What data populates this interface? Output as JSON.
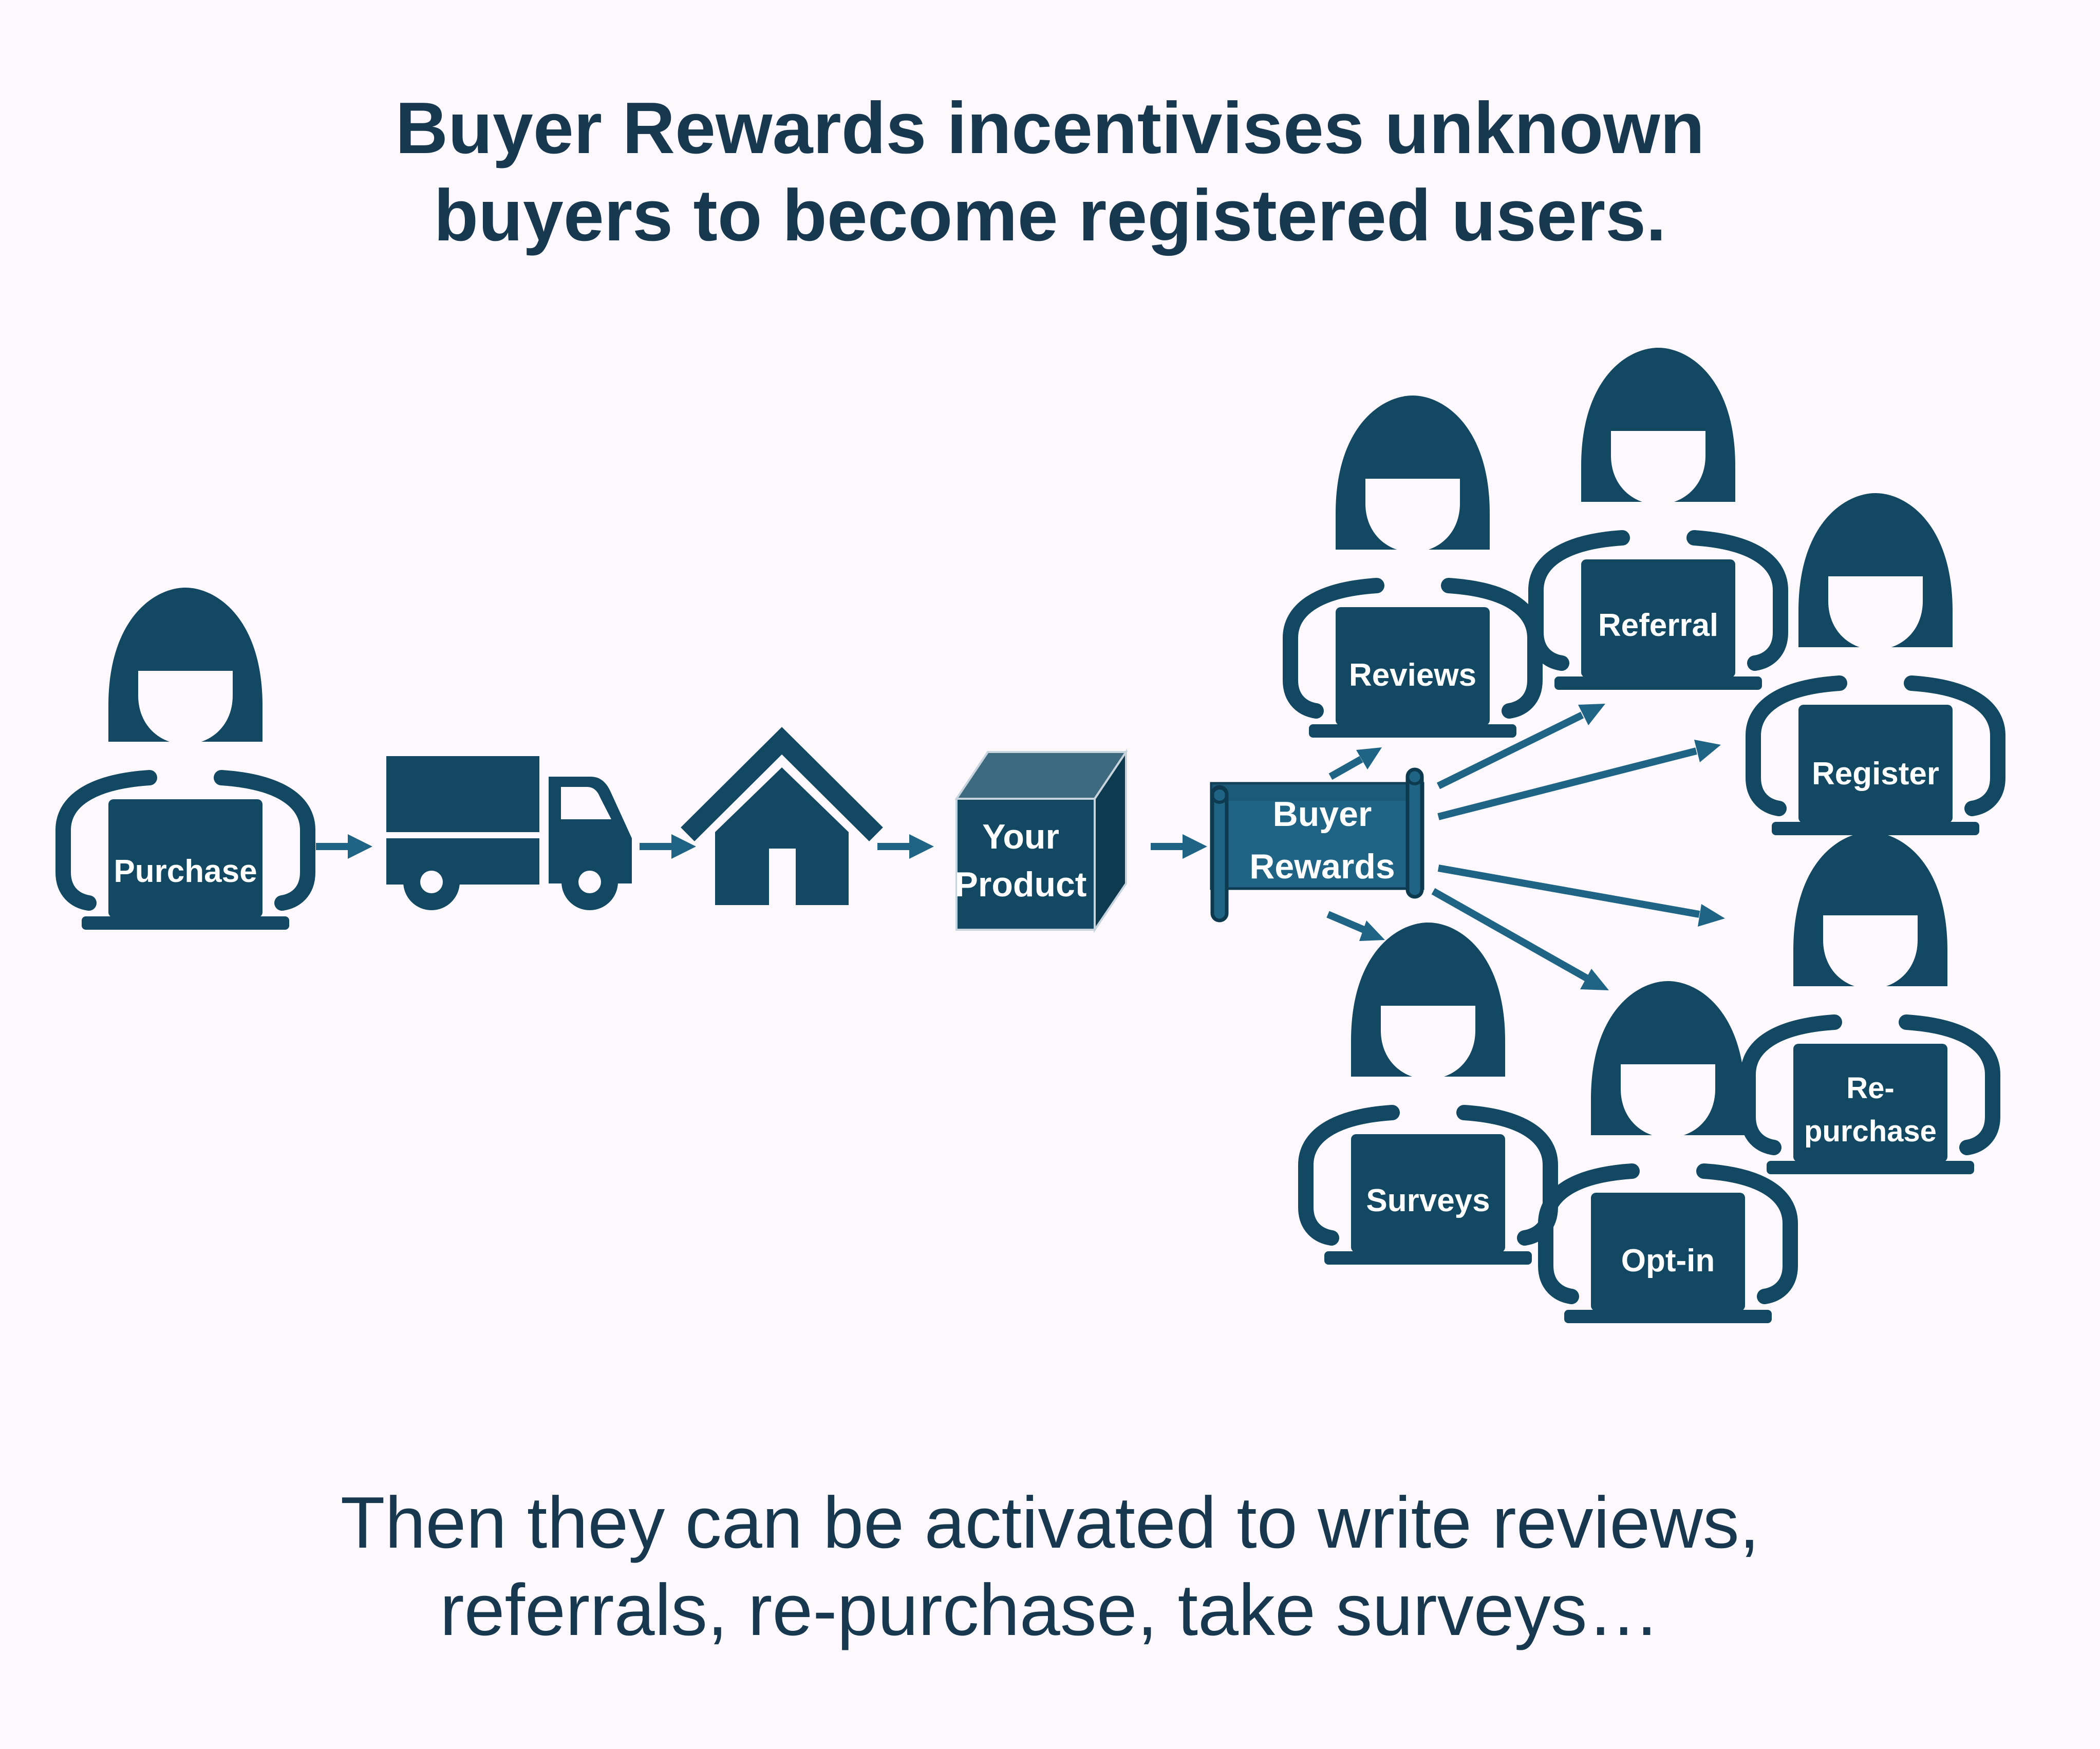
{
  "title": {
    "line1": "Buyer Rewards incentivises unknown",
    "line2": "buyers to become registered users."
  },
  "footer": {
    "line1": "Then they can be activated to write reviews,",
    "line2": "referrals, re-purchase, take surveys…"
  },
  "colors": {
    "background": "#fdf8fc",
    "primary": "#134862",
    "arrow": "#1f6484",
    "text": "#17384e"
  },
  "flow": {
    "buyer": {
      "icon": "person-laptop-icon",
      "label": "Purchase"
    },
    "delivery": {
      "icon": "delivery-truck-icon"
    },
    "home": {
      "icon": "house-icon"
    },
    "product": {
      "icon": "product-box-icon",
      "line1": "Your",
      "line2": "Product"
    },
    "rewards": {
      "icon": "scroll-banner-icon",
      "line1": "Buyer",
      "line2": "Rewards"
    }
  },
  "outcomes": {
    "reviews": {
      "icon": "person-laptop-icon",
      "label": "Reviews"
    },
    "referral": {
      "icon": "person-laptop-icon",
      "label": "Referral"
    },
    "register": {
      "icon": "person-laptop-icon",
      "label": "Register"
    },
    "repurchase": {
      "icon": "person-laptop-icon",
      "line1": "Re-",
      "line2": "purchase"
    },
    "surveys": {
      "icon": "person-laptop-icon",
      "label": "Surveys"
    },
    "optin": {
      "icon": "person-laptop-icon",
      "label": "Opt-in"
    }
  }
}
